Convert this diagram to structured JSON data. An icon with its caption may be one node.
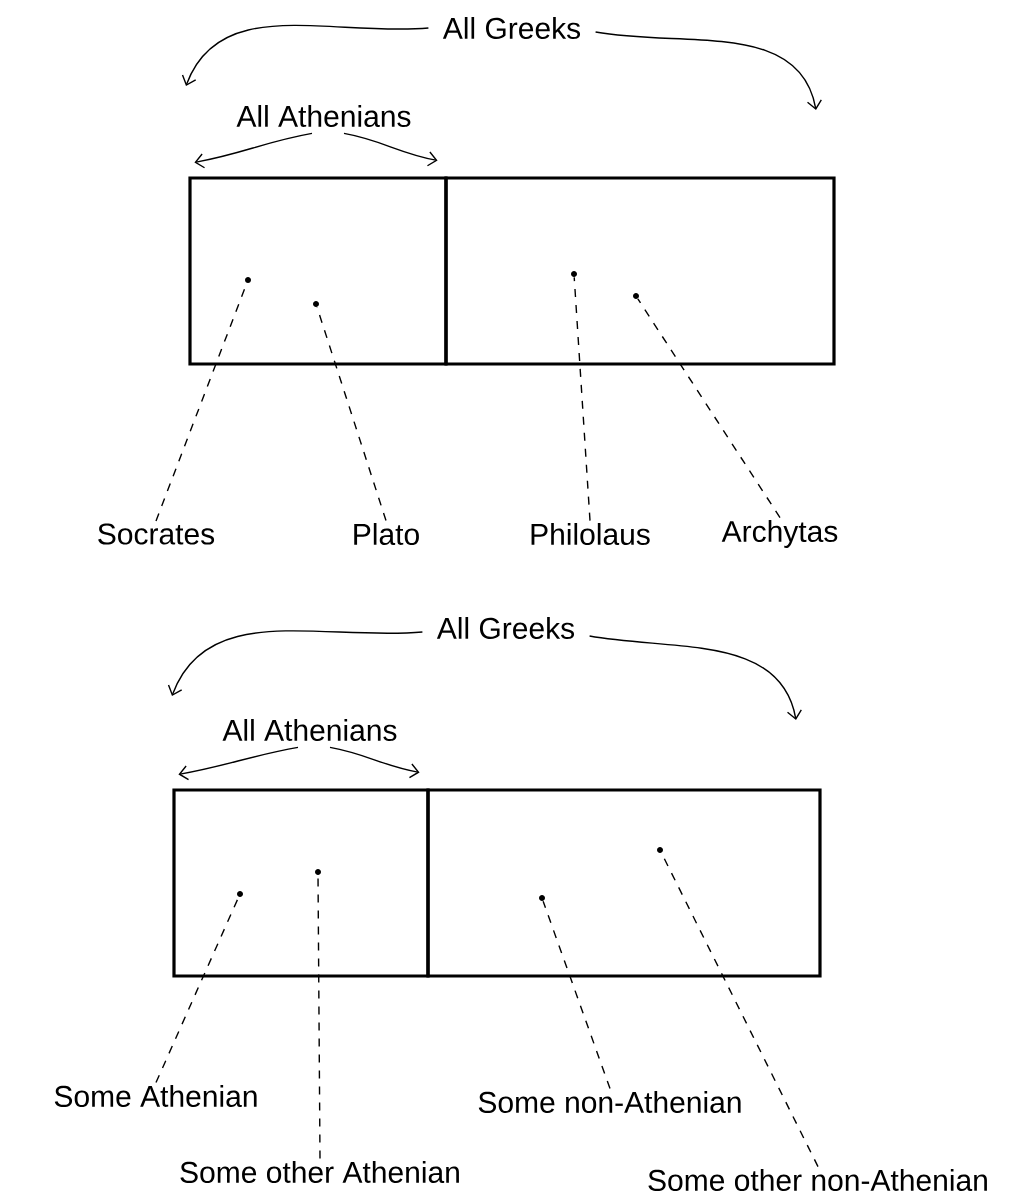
{
  "diagram": {
    "nodes": [
      {
        "text": [],
        "shape": "box"
      },
      {
        "text": [],
        "shape": "box"
      },
      {
        "text": [],
        "shape": "circle",
        "in": 0
      },
      {
        "text": [],
        "shape": "circle",
        "in": 0
      },
      {
        "text": [],
        "shape": "circle",
        "in": 1
      },
      {
        "text": [],
        "shape": "circle",
        "in": 1
      },
      {
        "text": [
          "All Greeks"
        ]
      },
      {
        "text": [
          "All Athenians"
        ]
      },
      {
        "text": [
          "Socrates"
        ]
      },
      {
        "text": [
          "Plato"
        ]
      },
      {
        "text": [
          "Philolaus"
        ]
      },
      {
        "text": [
          "Archytas"
        ]
      },
      {
        "text": [],
        "shape": "box"
      },
      {
        "text": [],
        "shape": "box"
      },
      {
        "text": [],
        "shape": "circle",
        "in": 12
      },
      {
        "text": [],
        "shape": "circle",
        "in": 12
      },
      {
        "text": [],
        "shape": "circle",
        "in": 13
      },
      {
        "text": [],
        "shape": "circle",
        "in": 13
      },
      {
        "text": [
          "All Greeks"
        ]
      },
      {
        "text": [
          "All Athenians"
        ]
      },
      {
        "text": [
          "Some Athenian"
        ]
      },
      {
        "text": [
          "Some other Athenian"
        ]
      },
      {
        "text": [
          "Some non-Athenian"
        ]
      },
      {
        "text": [
          "Some other non-Athenian"
        ]
      }
    ],
    "edges": [
      {
        "from": 6,
        "to": null,
        "arrow": "to"
      },
      {
        "from": 6,
        "to": null,
        "arrow": "to"
      },
      {
        "from": 7,
        "to": 0,
        "arrow": "to"
      },
      {
        "from": 7,
        "to": 0,
        "arrow": "to"
      },
      {
        "from": 8,
        "to": 2,
        "arrow": "none",
        "style": "dashed"
      },
      {
        "from": 9,
        "to": 3,
        "arrow": "none",
        "style": "dashed"
      },
      {
        "from": 10,
        "to": 4,
        "arrow": "none",
        "style": "dashed"
      },
      {
        "from": 11,
        "to": 5,
        "arrow": "none",
        "style": "dashed"
      },
      {
        "from": 18,
        "to": null,
        "arrow": "to"
      },
      {
        "from": 18,
        "to": null,
        "arrow": "to"
      },
      {
        "from": 19,
        "to": 12,
        "arrow": "to"
      },
      {
        "from": 19,
        "to": 12,
        "arrow": "to"
      },
      {
        "from": 20,
        "to": 14,
        "arrow": "none",
        "style": "dashed"
      },
      {
        "from": 21,
        "to": 15,
        "arrow": "none",
        "style": "dashed"
      },
      {
        "from": 22,
        "to": 16,
        "arrow": "none",
        "style": "dashed"
      },
      {
        "from": 23,
        "to": 17,
        "arrow": "none",
        "style": "dashed"
      }
    ]
  }
}
